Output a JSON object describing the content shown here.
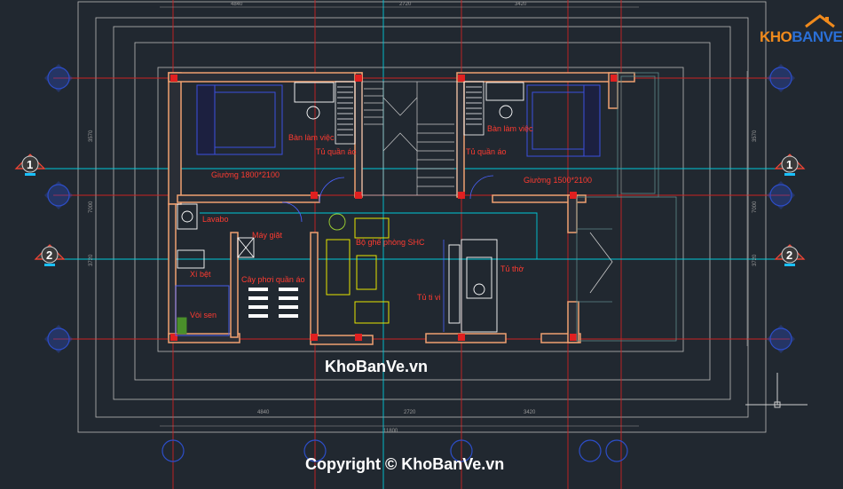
{
  "rooms": {
    "desk_left": "Bàn làm việc",
    "wardrobe_left": "Tủ quần áo",
    "bed_left": "Giường 1800*2100",
    "desk_right": "Bàn làm việc",
    "wardrobe_right": "Tủ quần áo",
    "bed_right": "Giường 1500*2100",
    "lavabo": "Lavabo",
    "washer": "Máy giặt",
    "toilet": "Xí bệt",
    "shower": "Vòi sen",
    "drying": "Cây phơi quần áo",
    "sofa": "Bộ ghế phòng SHC",
    "tv": "Tủ ti vi",
    "altar": "Tủ thờ"
  },
  "axes": {
    "a1": "1",
    "a2": "2"
  },
  "dimensions": {
    "top": [
      "4840",
      "2720",
      "3420"
    ],
    "bottom": [
      "4840",
      "2720",
      "3420"
    ],
    "total": "11800",
    "left": [
      "3570",
      "7000",
      "3720"
    ],
    "right": [
      "3570",
      "7000",
      "3720"
    ]
  },
  "watermark": "KhoBanVe.vn",
  "copyright": "Copyright © KhoBanVe.vn",
  "logo": {
    "part1": "KHO",
    "part2": "BANVE"
  }
}
